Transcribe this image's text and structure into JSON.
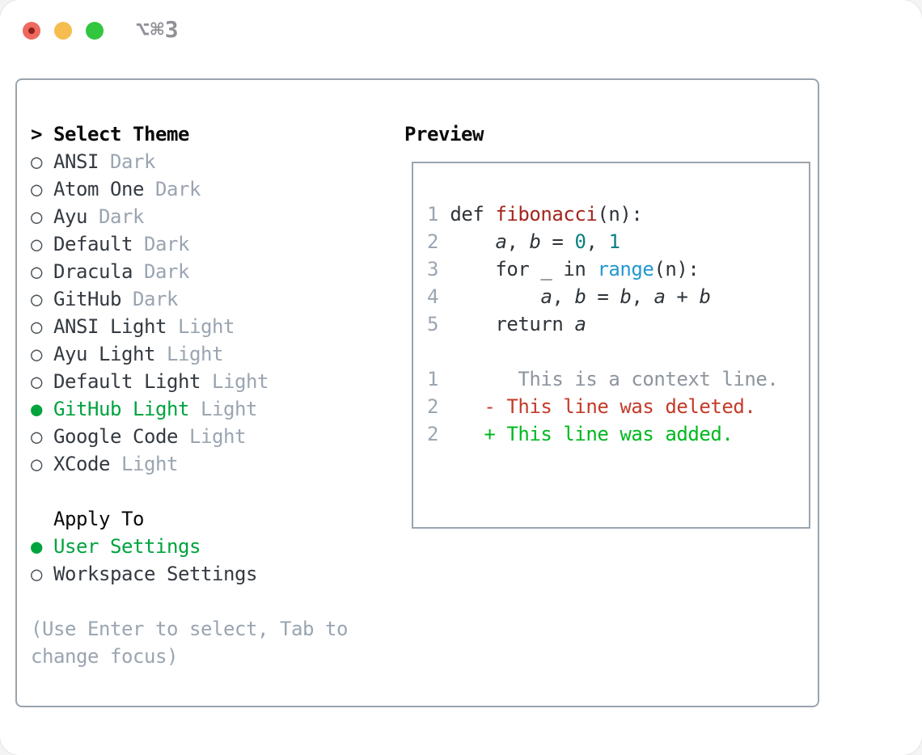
{
  "window": {
    "title": "⌥⌘3"
  },
  "theme_panel": {
    "header_marker": ">",
    "header_label": "Select Theme",
    "unselected_marker": "○",
    "selected_marker": "●",
    "themes": [
      {
        "name": "ANSI",
        "tag": "Dark",
        "selected": false
      },
      {
        "name": "Atom One",
        "tag": "Dark",
        "selected": false
      },
      {
        "name": "Ayu",
        "tag": "Dark",
        "selected": false
      },
      {
        "name": "Default",
        "tag": "Dark",
        "selected": false
      },
      {
        "name": "Dracula",
        "tag": "Dark",
        "selected": false
      },
      {
        "name": "GitHub",
        "tag": "Dark",
        "selected": false
      },
      {
        "name": "ANSI Light",
        "tag": "Light",
        "selected": false
      },
      {
        "name": "Ayu Light",
        "tag": "Light",
        "selected": false
      },
      {
        "name": "Default Light",
        "tag": "Light",
        "selected": false
      },
      {
        "name": "GitHub Light",
        "tag": "Light",
        "selected": true
      },
      {
        "name": "Google Code",
        "tag": "Light",
        "selected": false
      },
      {
        "name": "XCode",
        "tag": "Light",
        "selected": false
      }
    ],
    "apply_to_label": "Apply To",
    "apply_options": [
      {
        "label": "User Settings",
        "selected": true
      },
      {
        "label": "Workspace Settings",
        "selected": false
      }
    ],
    "hint_lines": [
      "(Use Enter to select, Tab to",
      "change focus)"
    ]
  },
  "preview": {
    "title": "Preview",
    "lines": [
      {
        "num": "1",
        "segments": [
          {
            "text": " def ",
            "style": "code"
          },
          {
            "text": "fibonacci",
            "style": "function"
          },
          {
            "text": "(n):",
            "style": "code"
          }
        ]
      },
      {
        "num": "2",
        "segments": [
          {
            "text": "     ",
            "style": "code"
          },
          {
            "text": "a",
            "style": "variable"
          },
          {
            "text": ", ",
            "style": "code"
          },
          {
            "text": "b",
            "style": "variable"
          },
          {
            "text": " = ",
            "style": "code"
          },
          {
            "text": "0",
            "style": "number"
          },
          {
            "text": ", ",
            "style": "code"
          },
          {
            "text": "1",
            "style": "number"
          }
        ]
      },
      {
        "num": "3",
        "segments": [
          {
            "text": "     for _ in ",
            "style": "code"
          },
          {
            "text": "range",
            "style": "builtin"
          },
          {
            "text": "(n):",
            "style": "code"
          }
        ]
      },
      {
        "num": "4",
        "segments": [
          {
            "text": "         ",
            "style": "code"
          },
          {
            "text": "a",
            "style": "variable"
          },
          {
            "text": ", ",
            "style": "code"
          },
          {
            "text": "b",
            "style": "variable"
          },
          {
            "text": " = ",
            "style": "code"
          },
          {
            "text": "b",
            "style": "variable"
          },
          {
            "text": ", ",
            "style": "code"
          },
          {
            "text": "a",
            "style": "variable"
          },
          {
            "text": " + ",
            "style": "code"
          },
          {
            "text": "b",
            "style": "variable"
          }
        ]
      },
      {
        "num": "5",
        "segments": [
          {
            "text": "     return ",
            "style": "code"
          },
          {
            "text": "a",
            "style": "variable"
          }
        ]
      },
      {
        "num": "",
        "segments": []
      },
      {
        "num": "1",
        "segments": [
          {
            "text": "       This is a context line.",
            "style": "context"
          }
        ]
      },
      {
        "num": "2",
        "segments": [
          {
            "text": "    - This line was deleted.",
            "style": "deleted"
          }
        ]
      },
      {
        "num": "2",
        "segments": [
          {
            "text": "    + This line was added.",
            "style": "added"
          }
        ]
      }
    ]
  },
  "colors": {
    "accent_green": "#00a33e",
    "diff_added_green": "#00b81f",
    "diff_deleted_red": "#c43a28",
    "function_red": "#a3261d",
    "number_teal": "#0b8080",
    "builtin_blue": "#2498cf",
    "muted_gray": "#9aa5b1",
    "context_gray": "#8d959e",
    "text_dark": "#343a41",
    "heading_black": "#0a0a0a",
    "border_gray": "#9aa4af",
    "titlebar_red": "#ee6a5f",
    "titlebar_red_dot": "#8c1f1c",
    "titlebar_yellow": "#f5bd4f",
    "titlebar_green": "#32c63e",
    "title_gray": "#909196"
  }
}
